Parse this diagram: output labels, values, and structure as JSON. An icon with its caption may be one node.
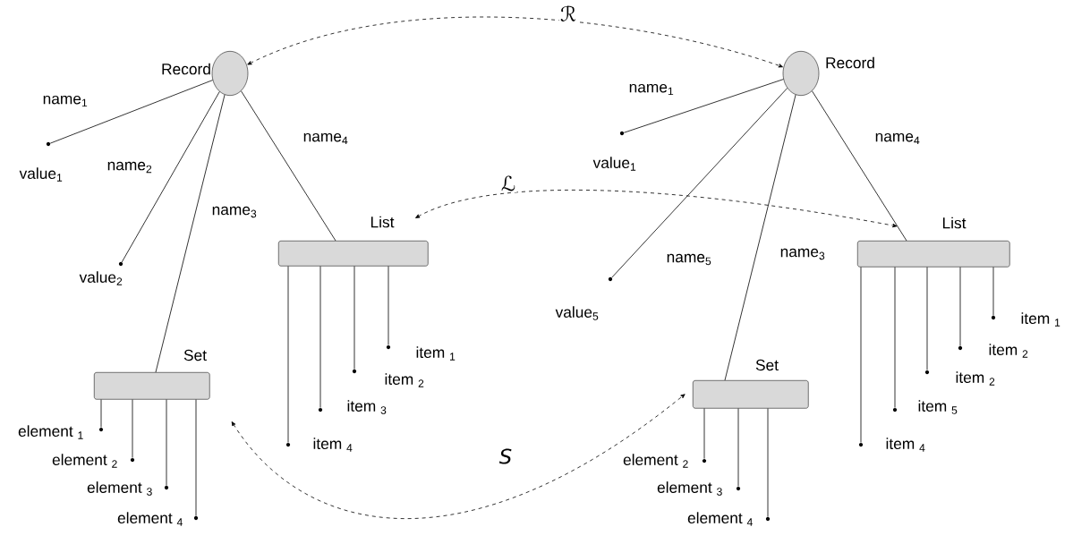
{
  "diagram": {
    "nodes": [
      {
        "text": [
          "Record"
        ]
      },
      {
        "text": [
          "value$_{1}$"
        ]
      },
      {
        "text": [
          "value$_{2}$"
        ]
      },
      {
        "text": [
          "Set"
        ]
      },
      {
        "text": [
          "List"
        ]
      },
      {
        "text": [
          "item $_{1}$"
        ]
      },
      {
        "text": [
          "item $_{2}$"
        ]
      },
      {
        "text": [
          "item $_{3}$"
        ]
      },
      {
        "text": [
          "item $_{4}$"
        ]
      },
      {
        "text": [
          "element $_{1}$"
        ]
      },
      {
        "text": [
          "element $_{2}$"
        ]
      },
      {
        "text": [
          "element $_{3}$"
        ]
      },
      {
        "text": [
          "element $_{4}$"
        ]
      },
      {
        "text": [
          "Record"
        ]
      },
      {
        "text": [
          "value$_{1}$"
        ]
      },
      {
        "text": [
          "value$_{5}$"
        ]
      },
      {
        "text": [
          "Set"
        ]
      },
      {
        "text": [
          "List"
        ]
      },
      {
        "text": [
          "item $_{1}$"
        ]
      },
      {
        "text": [
          "item $_{2}$"
        ]
      },
      {
        "text": [
          "item $_{2}$"
        ]
      },
      {
        "text": [
          "item $_{5}$"
        ]
      },
      {
        "text": [
          "item $_{4}$"
        ]
      },
      {
        "text": [
          "element $_{2}$"
        ]
      },
      {
        "text": [
          "element $_{3}$"
        ]
      },
      {
        "text": [
          "element $_{4}$"
        ]
      }
    ],
    "edges": [
      {
        "from": 0,
        "to": 1,
        "arrow": "none",
        "label": "name$_{1}$"
      },
      {
        "from": 0,
        "to": 2,
        "arrow": "none",
        "label": "name$_{2}$"
      },
      {
        "from": 0,
        "to": 3,
        "arrow": "none",
        "label": "name$_{3}$"
      },
      {
        "from": 0,
        "to": 4,
        "arrow": "none",
        "label": "name$_{4}$"
      },
      {
        "from": 4,
        "to": 5,
        "arrow": "none"
      },
      {
        "from": 4,
        "to": 6,
        "arrow": "none"
      },
      {
        "from": 4,
        "to": 7,
        "arrow": "none"
      },
      {
        "from": 4,
        "to": 8,
        "arrow": "none"
      },
      {
        "from": 3,
        "to": 9,
        "arrow": "none"
      },
      {
        "from": 3,
        "to": 10,
        "arrow": "none"
      },
      {
        "from": 3,
        "to": 11,
        "arrow": "none"
      },
      {
        "from": 3,
        "to": 12,
        "arrow": "none"
      },
      {
        "from": 13,
        "to": 14,
        "arrow": "none",
        "label": "name$_{1}$"
      },
      {
        "from": 13,
        "to": 15,
        "arrow": "none",
        "label": "name$_{5}$"
      },
      {
        "from": 13,
        "to": 16,
        "arrow": "none",
        "label": "name$_{3}$"
      },
      {
        "from": 13,
        "to": 17,
        "arrow": "none",
        "label": "name$_{4}$"
      },
      {
        "from": 17,
        "to": 18,
        "arrow": "none"
      },
      {
        "from": 17,
        "to": 19,
        "arrow": "none"
      },
      {
        "from": 17,
        "to": 20,
        "arrow": "none"
      },
      {
        "from": 17,
        "to": 21,
        "arrow": "none"
      },
      {
        "from": 17,
        "to": 22,
        "arrow": "none"
      },
      {
        "from": 16,
        "to": 23,
        "arrow": "none"
      },
      {
        "from": 16,
        "to": 24,
        "arrow": "none"
      },
      {
        "from": 16,
        "to": 25,
        "arrow": "none"
      },
      {
        "from": 0,
        "to": 13,
        "arrow": "both",
        "style": "dashed",
        "label": "ℛ"
      },
      {
        "from": 4,
        "to": 17,
        "arrow": "both",
        "style": "dashed",
        "label": "ℒ"
      },
      {
        "from": 3,
        "to": 16,
        "arrow": "both",
        "style": "dashed",
        "label": "S"
      }
    ]
  }
}
